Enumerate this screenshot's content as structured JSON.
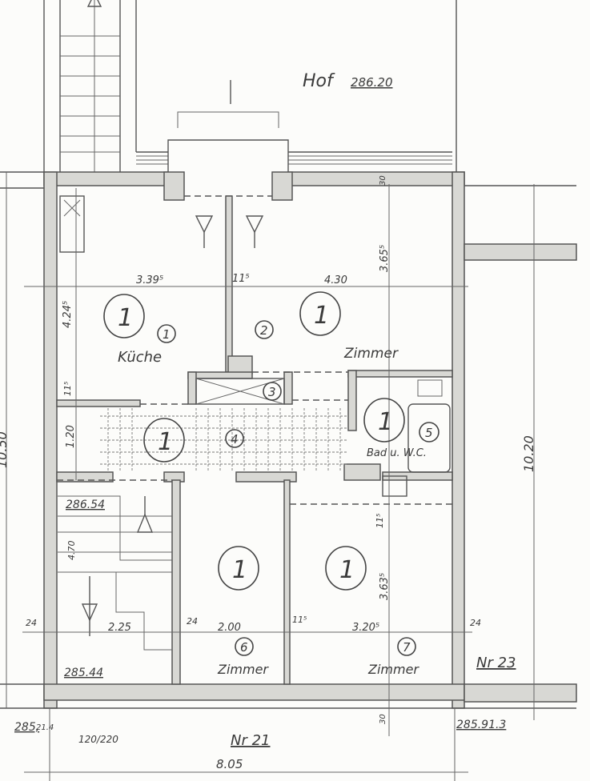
{
  "courtyard": {
    "label": "Hof",
    "level": "286.20"
  },
  "rooms": [
    {
      "number": "1",
      "name": "Küche",
      "class": "1"
    },
    {
      "number": "2",
      "name": "Zimmer",
      "class": "1"
    },
    {
      "number": "3"
    },
    {
      "number": "4",
      "class": "1"
    },
    {
      "number": "5",
      "name": "Bad u. W.C.",
      "class": "1"
    },
    {
      "number": "6",
      "name": "Zimmer",
      "class": "1"
    },
    {
      "number": "7",
      "name": "Zimmer",
      "class": "1"
    }
  ],
  "hall_class": "1",
  "dimensions": {
    "kitchen_width": "3.39⁵",
    "partition": "11⁵",
    "room2_width": "4.30",
    "room2_depth": "3.65⁵",
    "kitchen_depth": "4.24⁵",
    "hall_wall": "11⁵",
    "hall_depth": "1.20",
    "total_left": "10.50",
    "total_right": "10.20",
    "stair_depth": "4.70",
    "stair_width": "2.25",
    "room6_width": "2.00",
    "partition2": "11⁵",
    "room7_width": "3.20⁵",
    "room7_depth": "3.63⁵",
    "room7_wall": "11⁵",
    "wall_left": "24",
    "wall_mid": "24",
    "wall_right": "24",
    "top_wall": "30",
    "bottom_wall": "30",
    "total_width": "8.05",
    "door_width": "120/220",
    "wall_bottom_left": "21.4"
  },
  "levels": {
    "stair_upper": "286.54",
    "stair_lower": "285.44",
    "outside_left": "285,",
    "outside_right": "285.91.3"
  },
  "house_numbers": {
    "current": "Nr 21",
    "right": "Nr 23"
  }
}
